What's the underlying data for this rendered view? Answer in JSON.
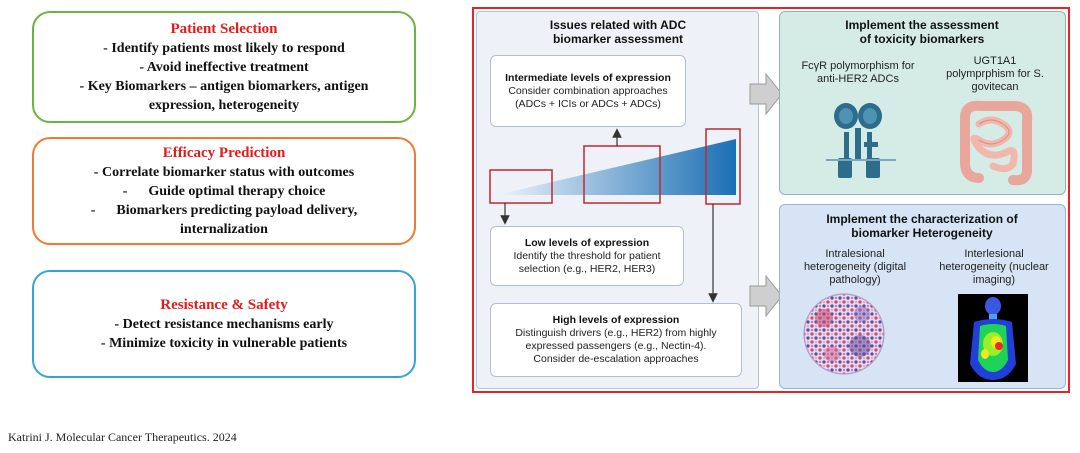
{
  "left_boxes": [
    {
      "title": "Patient Selection",
      "lines": [
        "- Identify patients most likely to respond",
        "- Avoid ineffective treatment",
        "- Key Biomarkers – antigen biomarkers, antigen",
        "expression, heterogeneity"
      ],
      "border_color": "#6cb33f"
    },
    {
      "title": "Efficacy Prediction",
      "lines": [
        "- Correlate biomarker status with outcomes",
        "-      Guide optimal therapy choice",
        "-      Biomarkers predicting payload delivery,",
        "internalization"
      ],
      "border_color": "#ec7c35"
    },
    {
      "title": "Resistance & Safety",
      "lines": [
        "- Detect resistance mechanisms early",
        "- Minimize toxicity in vulnerable patients"
      ],
      "border_color": "#34a4d8"
    }
  ],
  "issues_panel": {
    "title": "Issues related with ADC biomarker assessment",
    "intermediate": {
      "title": "Intermediate levels of expression",
      "lines": [
        "Consider combination approaches",
        "(ADCs + ICIs or ADCs + ADCs)"
      ]
    },
    "low": {
      "title": "Low levels of expression",
      "lines": [
        "Identify the threshold for patient",
        "selection (e.g., HER2, HER3)"
      ]
    },
    "high": {
      "title": "High levels of expression",
      "lines": [
        "Distinguish drivers (e.g., HER2) from highly",
        "expressed passengers (e.g., Nectin-4).",
        "Consider de-escalation approaches"
      ]
    }
  },
  "toxicity_panel": {
    "title": "Implement the assessment of toxicity biomarkers",
    "left_label": "FcγR polymorphism for anti-HER2 ADCs",
    "right_label": "UGT1A1 polymprphism for S. govitecan"
  },
  "heterogeneity_panel": {
    "title": "Implement the characterization of biomarker Heterogeneity",
    "left_label": "Intralesional heterogeneity (digital pathology)",
    "right_label": "Interlesional heterogeneity (nuclear imaging)"
  },
  "citation": "Katrini J. Molecular Cancer Therapeutics. 2024",
  "colors": {
    "frame": "#e2242b",
    "title_red": "#e31b1b",
    "wedge_dark": "#1b6fb5",
    "wedge_light": "#e6f0f8"
  }
}
